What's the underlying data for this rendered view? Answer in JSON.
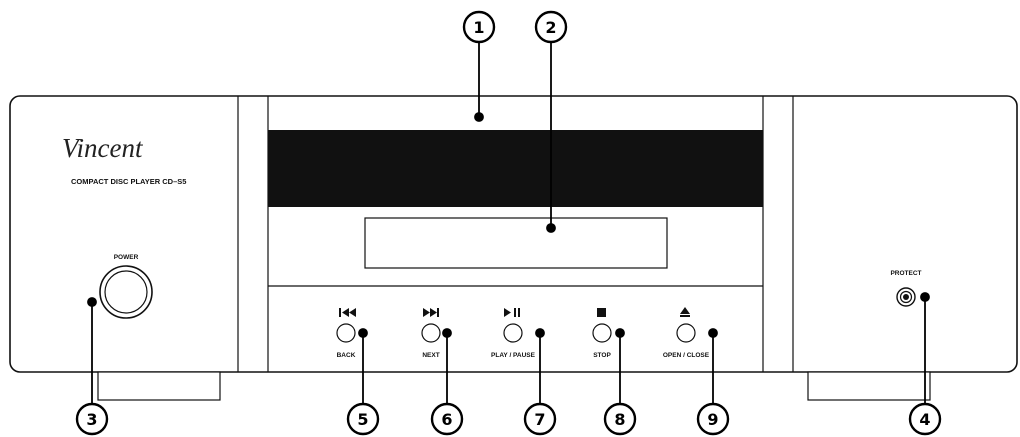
{
  "device": {
    "brand": "Vincent",
    "model_label": "COMPACT DISC PLAYER CD–S5",
    "power_label": "POWER",
    "protect_label": "PROTECT"
  },
  "controls": [
    {
      "icon": "skip-back-icon",
      "label": "BACK",
      "callout": "5"
    },
    {
      "icon": "skip-next-icon",
      "label": "NEXT",
      "callout": "6"
    },
    {
      "icon": "play-pause-icon",
      "label": "PLAY / PAUSE",
      "callout": "7"
    },
    {
      "icon": "stop-icon",
      "label": "STOP",
      "callout": "8"
    },
    {
      "icon": "eject-icon",
      "label": "OPEN / CLOSE",
      "callout": "9"
    }
  ],
  "callouts": {
    "disc_tray": "1",
    "display": "2",
    "power": "3",
    "protect": "4"
  }
}
